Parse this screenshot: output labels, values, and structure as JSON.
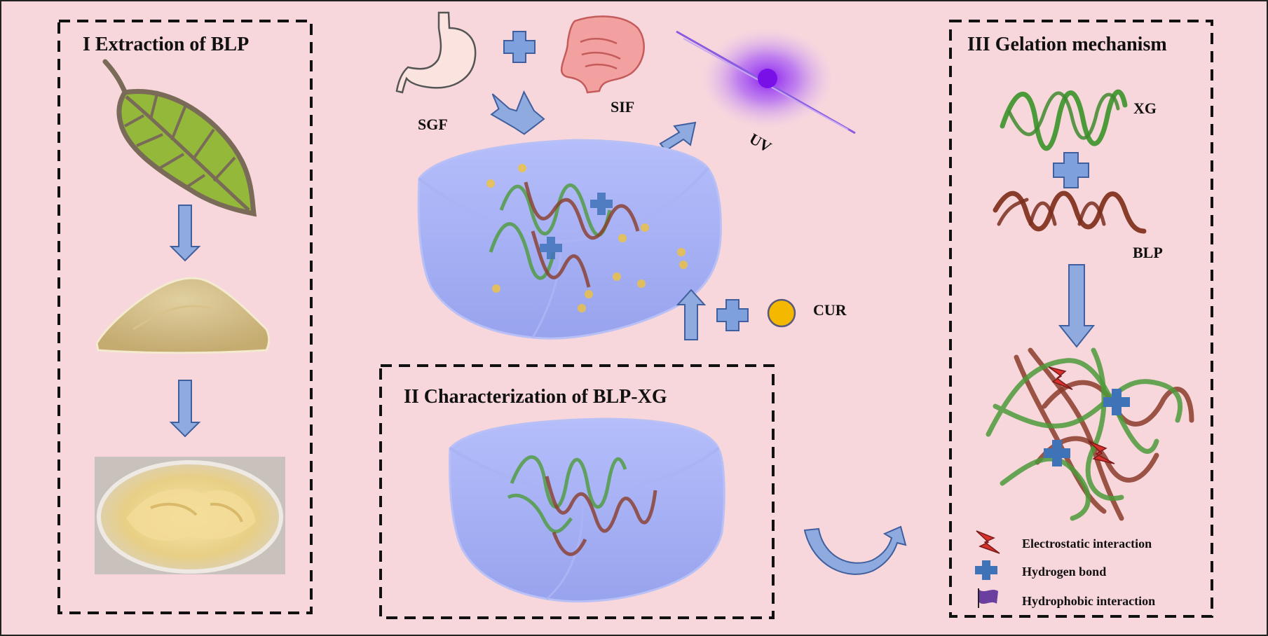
{
  "panels": {
    "extraction": {
      "title": "I Extraction of BLP"
    },
    "characterization": {
      "title": "II Characterization of BLP-XG"
    },
    "gelation": {
      "title": "III Gelation mechanism"
    }
  },
  "labels": {
    "sgf": "SGF",
    "sif": "SIF",
    "uv": "UV",
    "cur": "CUR",
    "xg": "XG",
    "blp": "BLP"
  },
  "legend": [
    {
      "icon": "lightning-icon",
      "label": "Electrostatic interaction"
    },
    {
      "icon": "cross-icon",
      "label": "Hydrogen bond"
    },
    {
      "icon": "flag-icon",
      "label": "Hydrophobic interaction"
    }
  ],
  "colors": {
    "background": "#f8d7dc",
    "arrow": "#8eaadf",
    "arrow_stroke": "#3f5f9e",
    "gel": "#9ea9f0",
    "xg_strand": "#4c9a3a",
    "blp_strand": "#8a3c2a",
    "hydrogen_bond": "#3f73b8",
    "electrostatic": "#d8302a",
    "hydrophobic": "#6a3fa0",
    "cur_dot": "#f5b800"
  }
}
